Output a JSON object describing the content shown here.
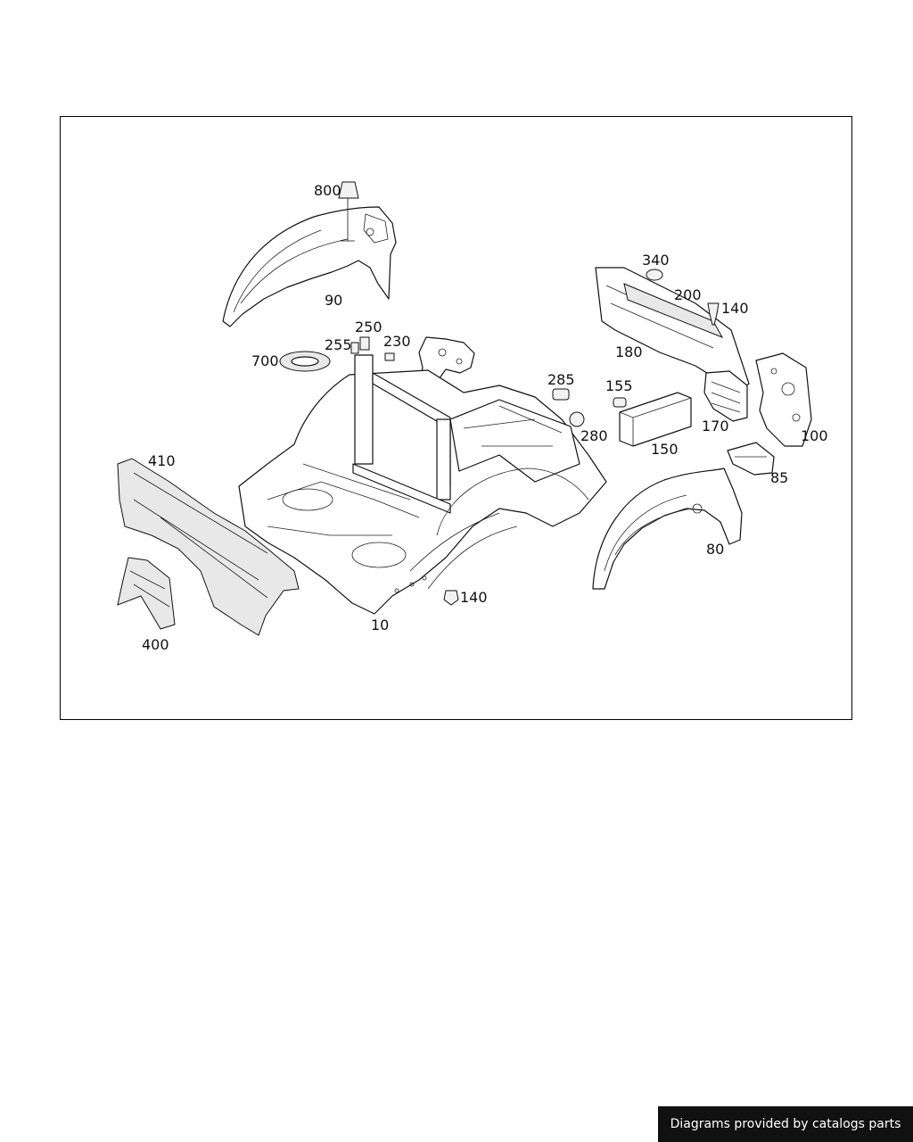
{
  "callouts": {
    "c800": "800",
    "c90": "90",
    "c700": "700",
    "c255": "255",
    "c250": "250",
    "c230": "230",
    "c340": "340",
    "c200": "200",
    "c140a": "140",
    "c180": "180",
    "c285": "285",
    "c155": "155",
    "c280": "280",
    "c150": "150",
    "c170": "170",
    "c100": "100",
    "c85": "85",
    "c410": "410",
    "c80": "80",
    "c140b": "140",
    "c10": "10",
    "c400": "400"
  },
  "footer": {
    "text": "Diagrams provided by catalogs parts"
  }
}
